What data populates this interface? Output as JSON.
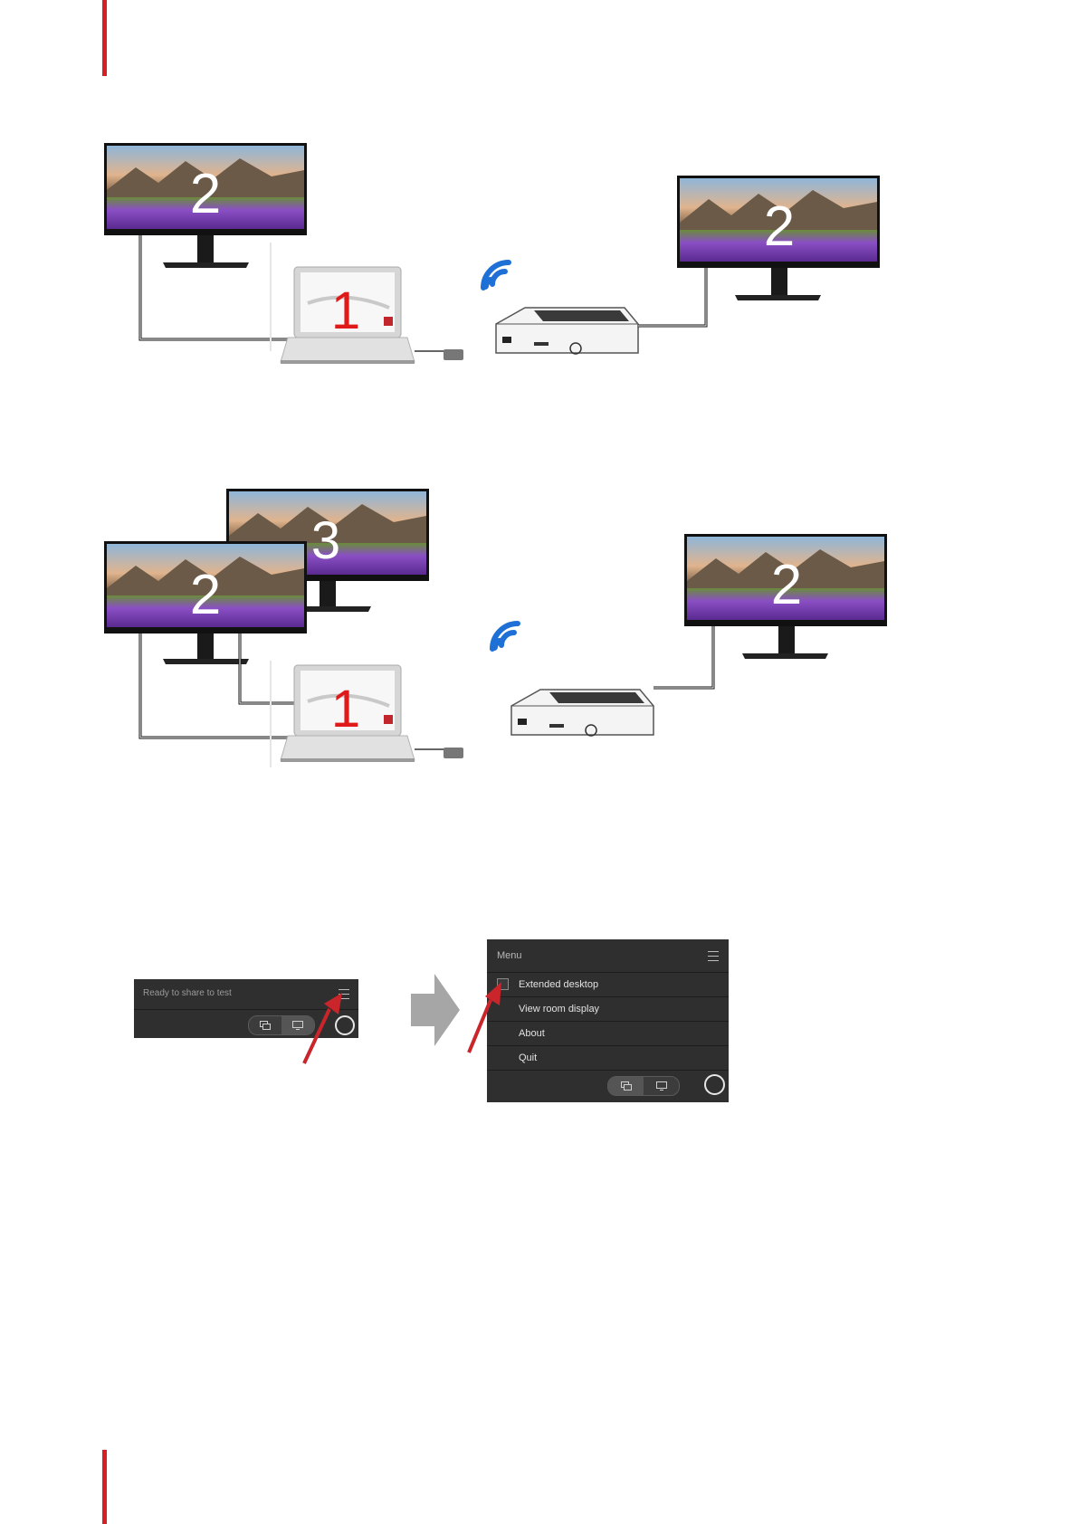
{
  "figure1": {
    "left_monitor_number": "2",
    "laptop_number": "1",
    "right_monitor_number": "2"
  },
  "figure2": {
    "monitor_back_number": "3",
    "monitor_front_number": "2",
    "laptop_number": "1",
    "right_monitor_number": "2"
  },
  "small_widget": {
    "status_text": "Ready to share to test"
  },
  "menu_widget": {
    "title": "Menu",
    "items": [
      {
        "label": "Extended desktop"
      },
      {
        "label": "View room display"
      },
      {
        "label": "About"
      },
      {
        "label": "Quit"
      }
    ]
  },
  "colors": {
    "accent_red": "#d71f26",
    "wifi_blue": "#1e6fd6",
    "widget_bg": "#2f2f2f"
  }
}
